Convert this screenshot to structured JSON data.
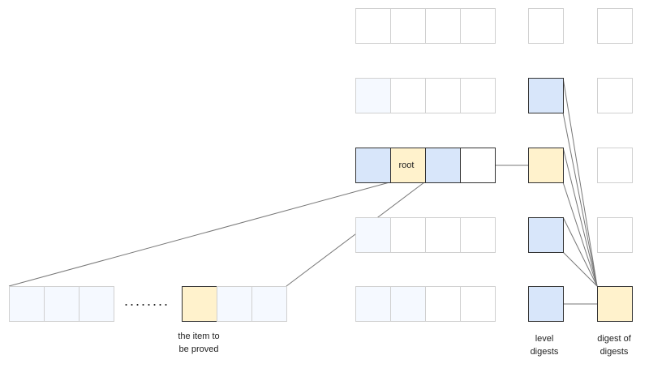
{
  "colors": {
    "white": "#ffffff",
    "faint": "#f5f9ff",
    "blue": "#d8e6fa",
    "yellow": "#fff2cc",
    "stroke_light": "#d0d0d0",
    "stroke_dark": "#333333",
    "line": "#777777"
  },
  "labels": {
    "root": "root",
    "ellipsis": "........",
    "item_line1": "the item to",
    "item_line2": "be proved",
    "level_line1": "level",
    "level_line2": "digests",
    "digest_line1": "digest of",
    "digest_line2": "digests"
  },
  "grid": {
    "rows": [
      [
        "white",
        "white",
        "white",
        "white"
      ],
      [
        "faint",
        "white",
        "white",
        "white"
      ],
      [
        "blue",
        "yellow",
        "blue",
        "white"
      ],
      [
        "faint",
        "white",
        "white",
        "white"
      ],
      [
        "faint",
        "faint",
        "white",
        "white"
      ]
    ],
    "highlight_row": 2
  },
  "level_digests": [
    "white",
    "blue",
    "yellow",
    "blue",
    "blue"
  ],
  "digest_of_digests": [
    "white",
    "white",
    "white",
    "white",
    "yellow"
  ],
  "leaf_row": {
    "left": [
      "faint",
      "faint",
      "faint"
    ],
    "right": [
      "yellow",
      "faint",
      "faint"
    ]
  }
}
